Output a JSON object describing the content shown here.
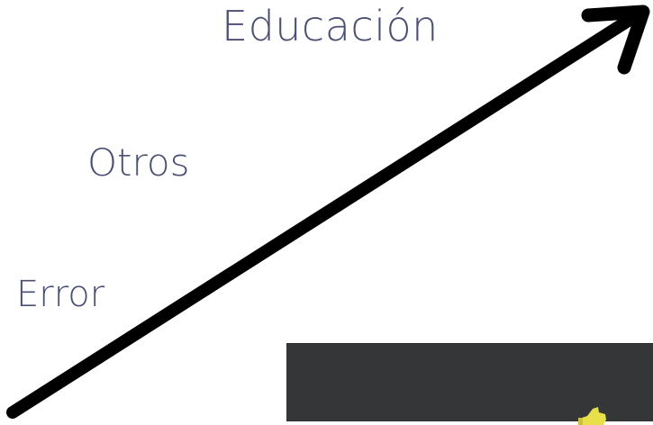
{
  "labels": {
    "top": "Educación",
    "middle": "Otros",
    "bottom": "Error"
  },
  "icons": {
    "arrow": "diagonal-up-right-arrow",
    "panel_glyph": "yellow-thumbs-up-icon"
  },
  "colors": {
    "label_text": "#4a4f73",
    "arrow": "#000000",
    "panel_background": "#353637",
    "glyph": "#e8e04a"
  }
}
